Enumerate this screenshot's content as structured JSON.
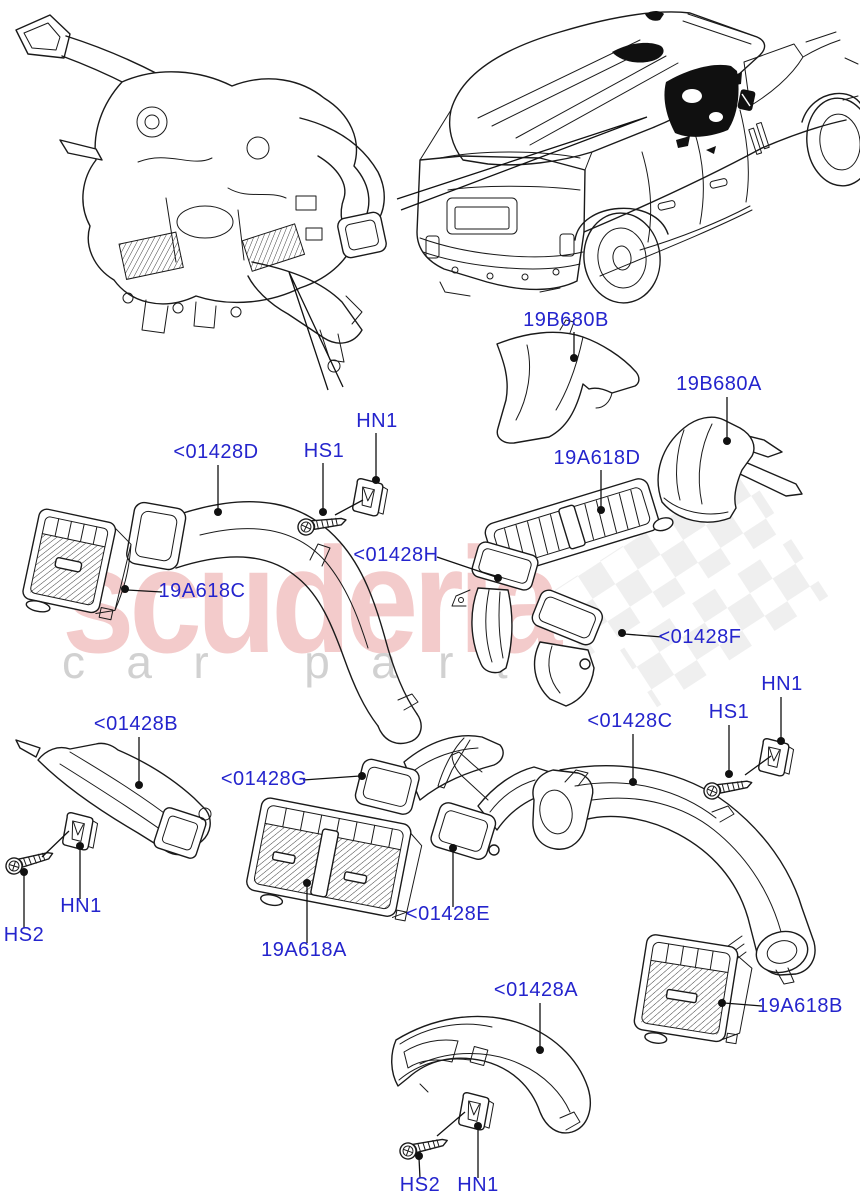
{
  "colors": {
    "background": "#ffffff",
    "line_art": "#1a1a1a",
    "part_label": "#2424cd",
    "watermark_brand": "#f2c6c6",
    "watermark_tagline": "#cdcdcd",
    "watermark_flag": "#e0e0e0"
  },
  "watermark": {
    "brand": "scuderia",
    "tagline": "car parts"
  },
  "labels": [
    {
      "id": "19B680B",
      "text": "19B680B"
    },
    {
      "id": "19B680A",
      "text": "19B680A"
    },
    {
      "id": "01428D",
      "text": "<01428D"
    },
    {
      "id": "HS1-top",
      "text": "HS1"
    },
    {
      "id": "HN1-top",
      "text": "HN1"
    },
    {
      "id": "19A618D",
      "text": "19A618D"
    },
    {
      "id": "01428H",
      "text": "<01428H"
    },
    {
      "id": "19A618C",
      "text": "19A618C"
    },
    {
      "id": "01428F",
      "text": "<01428F"
    },
    {
      "id": "HN1-right",
      "text": "HN1"
    },
    {
      "id": "HS1-right",
      "text": "HS1"
    },
    {
      "id": "01428C",
      "text": "<01428C"
    },
    {
      "id": "01428B",
      "text": "<01428B"
    },
    {
      "id": "01428G",
      "text": "<01428G"
    },
    {
      "id": "01428E",
      "text": "<01428E"
    },
    {
      "id": "19A618A",
      "text": "19A618A"
    },
    {
      "id": "HN1-left",
      "text": "HN1"
    },
    {
      "id": "HS2-left",
      "text": "HS2"
    },
    {
      "id": "01428A",
      "text": "<01428A"
    },
    {
      "id": "19A618B",
      "text": "19A618B"
    },
    {
      "id": "HS2-bottom",
      "text": "HS2"
    },
    {
      "id": "HN1-bottom",
      "text": "HN1"
    }
  ]
}
